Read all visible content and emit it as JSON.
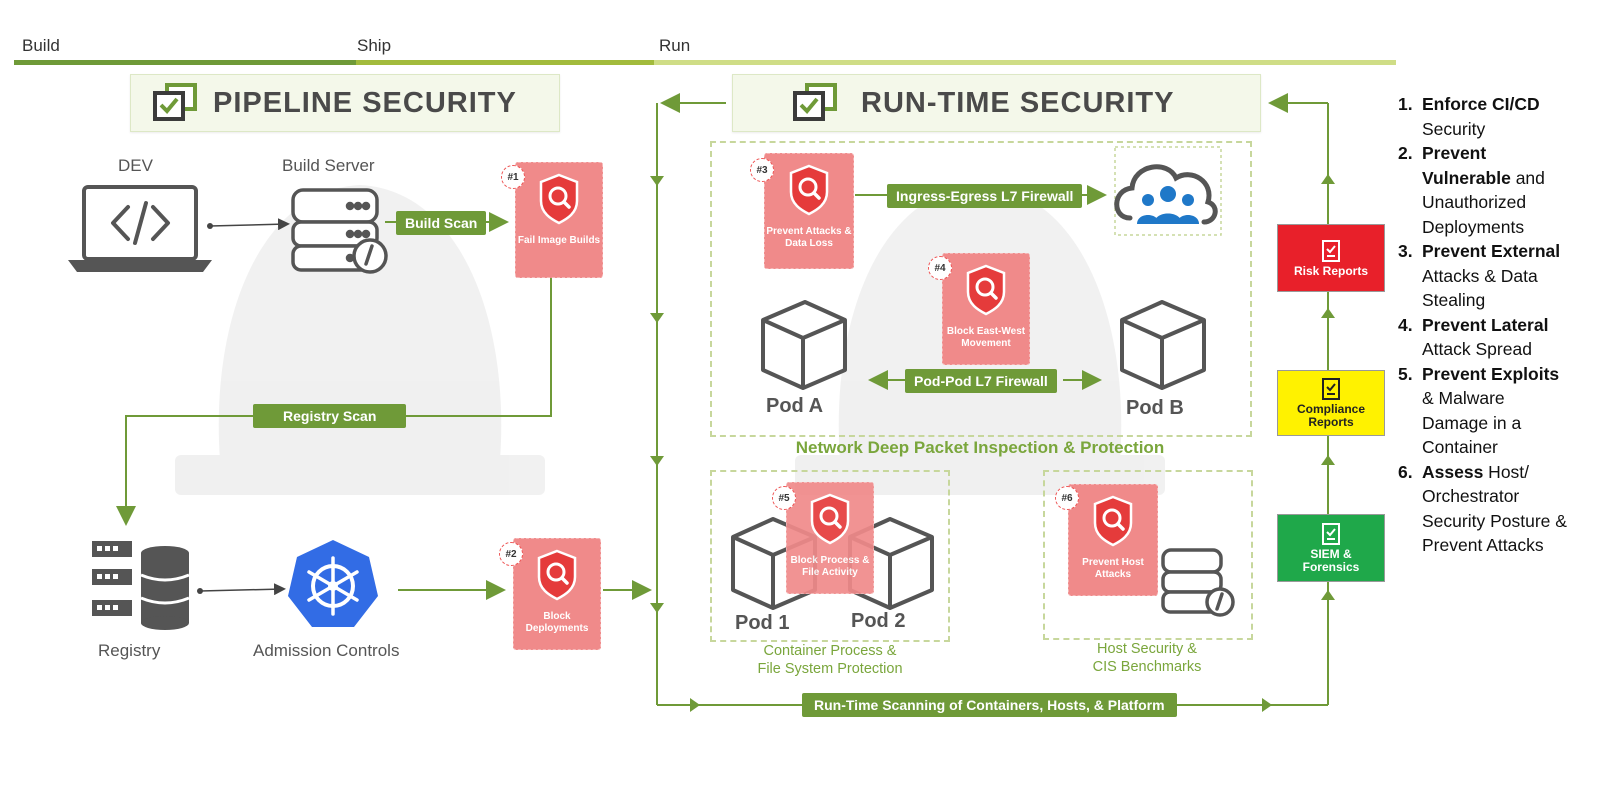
{
  "phases": {
    "build": "Build",
    "ship": "Ship",
    "run": "Run"
  },
  "pipeline": {
    "title": "PIPELINE SECURITY",
    "dev_label": "DEV",
    "build_server_label": "Build Server",
    "build_scan": "Build Scan",
    "registry_scan": "Registry Scan",
    "registry_label": "Registry",
    "admission_label": "Admission Controls",
    "card1": {
      "badge": "#1",
      "caption": "Fail Image Builds"
    },
    "card2": {
      "badge": "#2",
      "caption": "Block Deployments"
    }
  },
  "runtime": {
    "title": "RUN-TIME SECURITY",
    "ingress_label": "Ingress-Egress L7 Firewall",
    "pod_fw_label": "Pod-Pod L7 Firewall",
    "pod_a": "Pod A",
    "pod_b": "Pod B",
    "network_caption": "Network Deep Packet Inspection & Protection",
    "pod1": "Pod 1",
    "pod2": "Pod 2",
    "container_caption_1": "Container Process &",
    "container_caption_2": "File System Protection",
    "host_caption_1": "Host Security &",
    "host_caption_2": "CIS Benchmarks",
    "scanning_label": "Run-Time Scanning of Containers, Hosts, & Platform",
    "card3": {
      "badge": "#3",
      "caption": "Prevent Attacks & Data Loss"
    },
    "card4": {
      "badge": "#4",
      "caption": "Block East-West Movement"
    },
    "card5": {
      "badge": "#5",
      "caption": "Block Process & File Activity"
    },
    "card6": {
      "badge": "#6",
      "caption": "Prevent Host Attacks"
    }
  },
  "reports": {
    "risk": "Risk Reports",
    "compliance": "Compliance Reports",
    "siem": "SIEM & Forensics"
  },
  "list": [
    {
      "num": "1.",
      "bold": "Enforce CI/CD",
      "rest": " Security"
    },
    {
      "num": "2.",
      "bold": "Prevent Vulnerable",
      "rest": " and Unauthorized Deployments"
    },
    {
      "num": "3.",
      "bold": "Prevent External",
      "rest": " Attacks & Data Stealing"
    },
    {
      "num": "4.",
      "bold": "Prevent Lateral",
      "rest": " Attack Spread"
    },
    {
      "num": "5.",
      "bold": "Prevent Exploits",
      "rest": " & Malware Damage in a Container"
    },
    {
      "num": "6.",
      "bold": "Assess",
      "rest": " Host/ Orchestrator Security Posture & Prevent Attacks"
    }
  ],
  "colors": {
    "green": "#6f9a38",
    "shield": "#e53b3b",
    "card": "#f08a8a",
    "risk": "#e8202a",
    "compliance": "#fff200",
    "siem": "#1fa84a"
  }
}
